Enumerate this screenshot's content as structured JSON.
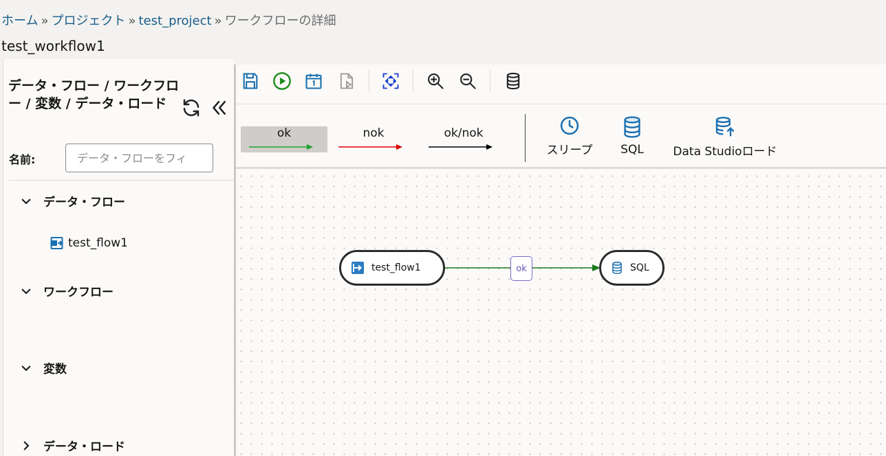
{
  "breadcrumb": {
    "home": "ホーム",
    "sep": "»",
    "projects": "プロジェクト",
    "project": "test_project",
    "current": "ワークフローの詳細"
  },
  "page_title": "test_workflow1",
  "left_panel": {
    "title": "データ・フロー / ワークフロー / 変数 / データ・ロード",
    "name_label": "名前:",
    "filter_placeholder": "データ・フローをフィ",
    "sections": [
      {
        "label": "データ・フロー",
        "expanded": true,
        "items": [
          "test_flow1"
        ]
      },
      {
        "label": "ワークフロー",
        "expanded": true,
        "items": []
      },
      {
        "label": "変数",
        "expanded": true,
        "items": []
      },
      {
        "label": "データ・ロード",
        "expanded": false,
        "items": []
      }
    ]
  },
  "palette": {
    "edge_types": [
      {
        "label": "ok",
        "color": "#1fa02c",
        "active": true
      },
      {
        "label": "nok",
        "color": "#e00000",
        "active": false
      },
      {
        "label": "ok/nok",
        "color": "#000000",
        "active": false
      }
    ],
    "nodes": [
      {
        "label": "スリープ",
        "icon": "clock-icon"
      },
      {
        "label": "SQL",
        "icon": "database-icon"
      },
      {
        "label": "Data Studioロード",
        "icon": "database-upload-icon"
      }
    ]
  },
  "canvas": {
    "nodes": [
      {
        "label": "test_flow1",
        "icon": "dataflow-icon"
      },
      {
        "label": "SQL",
        "icon": "database-icon"
      }
    ],
    "edge": {
      "label": "ok",
      "color": "#1b7a1b"
    }
  },
  "colors": {
    "accent_blue": "#1a6fb0",
    "run_green": "#1a8a1a",
    "link": "#1a5e89"
  }
}
